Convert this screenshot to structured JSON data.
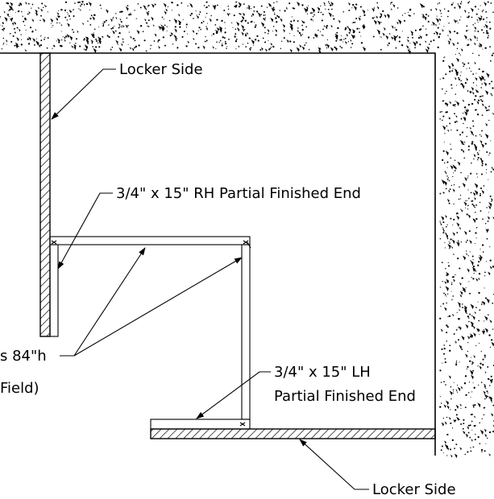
{
  "labels": {
    "locker_side_top": "Locker Side",
    "rh_end": "3/4\" x 15\" RH Partial Finished End",
    "lh_end_line1": "3/4\" x 15\" LH",
    "lh_end_line2": "Partial Finished End",
    "height_line1": "s 84\"h",
    "height_line2": "Field)",
    "locker_side_bottom": "Locker Side"
  },
  "colors": {
    "ink": "#000000",
    "paper": "#ffffff"
  }
}
